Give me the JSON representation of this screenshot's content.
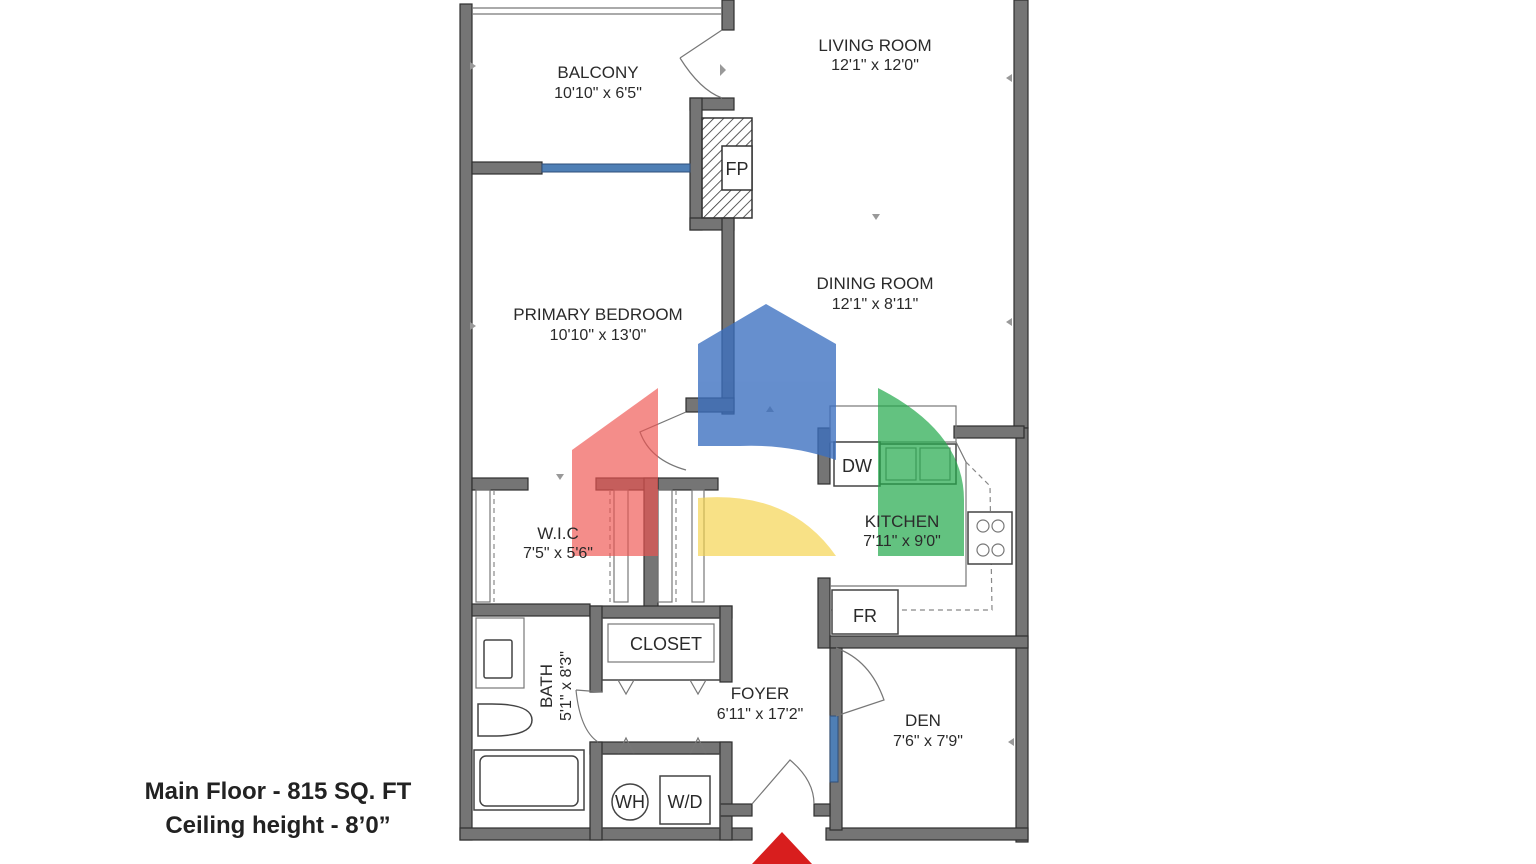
{
  "rooms": {
    "balcony": {
      "name": "BALCONY",
      "dim": "10'10\" x 6'5\""
    },
    "living": {
      "name": "LIVING ROOM",
      "dim": "12'1\" x 12'0\""
    },
    "dining": {
      "name": "DINING ROOM",
      "dim": "12'1\" x 8'11\""
    },
    "primary": {
      "name": "PRIMARY BEDROOM",
      "dim": "10'10\" x 13'0\""
    },
    "wic": {
      "name": "W.I.C",
      "dim": "7'5\" x 5'6\""
    },
    "kitchen": {
      "name": "KITCHEN",
      "dim": "7'11\" x 9'0\""
    },
    "bath": {
      "name": "BATH",
      "dim": "5'1\" x 8'3\""
    },
    "foyer": {
      "name": "FOYER",
      "dim": "6'11\" x 17'2\""
    },
    "den": {
      "name": "DEN",
      "dim": "7'6\" x 7'9\""
    }
  },
  "fixtures": {
    "fp": "FP",
    "dw": "DW",
    "fr": "FR",
    "closet": "CLOSET",
    "wh": "WH",
    "wd": "W/D"
  },
  "footer": {
    "area": "Main Floor - 815 SQ. FT",
    "ceiling": "Ceiling height - 8’0”"
  },
  "colors": {
    "wall": "#757575",
    "window": "#4f7fb5",
    "logo_blue": "#3b6fc0",
    "logo_red": "#ef5350",
    "logo_green": "#22a84a",
    "logo_yellow": "#f5d24a",
    "entry_arrow": "#d81e1e"
  }
}
